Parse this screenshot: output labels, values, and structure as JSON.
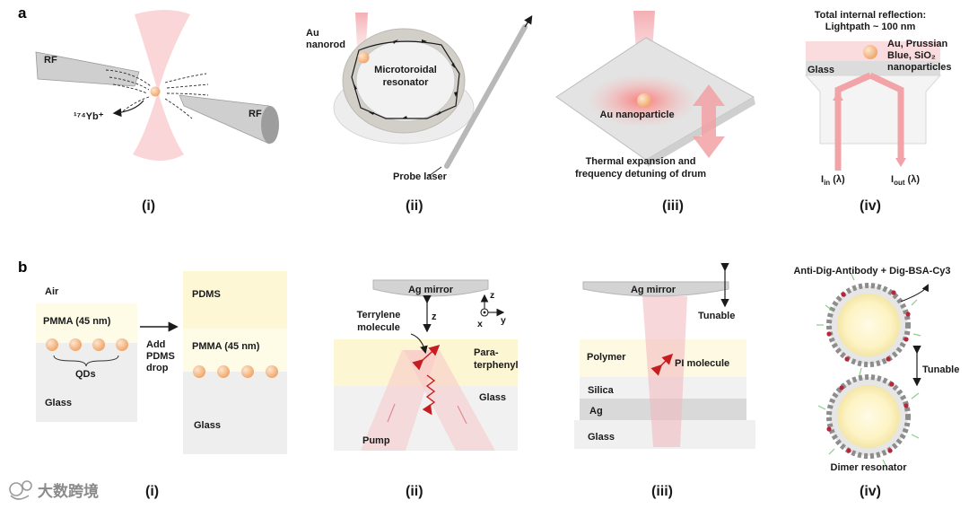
{
  "section_a": {
    "letter": "a",
    "panel_labels": [
      "(i)",
      "(ii)",
      "(iii)",
      "(iv)"
    ],
    "i": {
      "rf_left": "RF",
      "rf_right": "RF",
      "ion": "¹⁷⁴Yb⁺"
    },
    "ii": {
      "au_line1": "Au",
      "au_line2": "nanorod",
      "res_line1": "Microtoroidal",
      "res_line2": "resonator",
      "probe": "Probe laser"
    },
    "iii": {
      "np": "Au nanoparticle",
      "thermal_line1": "Thermal expansion and",
      "thermal_line2": "frequency detuning of drum"
    },
    "iv": {
      "tir_line1": "Total internal reflection:",
      "tir_line2": "Lightpath ~ 100 nm",
      "glass": "Glass",
      "np_line1": "Au, Prussian",
      "np_line2": "Blue, SiO₂",
      "np_line3": "nanoparticles",
      "iin": "I",
      "iin_sub": "in",
      "iin_tail": " (λ)",
      "iout": "I",
      "iout_sub": "out",
      "iout_tail": " (λ)"
    }
  },
  "section_b": {
    "letter": "b",
    "panel_labels": [
      "(i)",
      "(ii)",
      "(iii)",
      "(iv)"
    ],
    "i": {
      "air": "Air",
      "pmma_left": "PMMA (45 nm)",
      "qds": "QDs",
      "glass_left": "Glass",
      "add_line1": "Add",
      "add_line2": "PDMS",
      "add_line3": "drop",
      "pdms": "PDMS",
      "pmma_right": "PMMA (45 nm)",
      "glass_right": "Glass"
    },
    "ii": {
      "mirror": "Ag mirror",
      "terrylene_line1": "Terrylene",
      "terrylene_line2": "molecule",
      "z": "z",
      "ax_z": "z",
      "ax_x": "x",
      "ax_y": "y",
      "para_line1": "Para-",
      "para_line2": "terphenyl",
      "glass": "Glass",
      "pump": "Pump"
    },
    "iii": {
      "mirror": "Ag mirror",
      "tunable": "Tunable",
      "polymer": "Polymer",
      "pi": "PI molecule",
      "silica": "Silica",
      "ag": "Ag",
      "glass": "Glass"
    },
    "iv": {
      "antibody": "Anti-Dig-Antibody + Dig-BSA-Cy3",
      "tunable": "Tunable",
      "dimer": "Dimer resonator"
    }
  },
  "watermark": "大数跨境",
  "colors": {
    "pink": "#f7c6c9",
    "red": "#d6282b",
    "yellow": "#fefbe6",
    "gray": "#e6e6e6",
    "dark": "#1a1a1a",
    "gold": "#f5b98a"
  }
}
